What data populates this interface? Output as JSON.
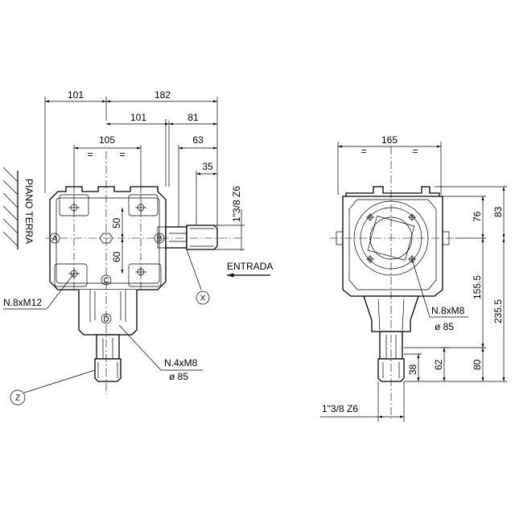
{
  "front_view": {
    "dims": {
      "d101_a": "101",
      "d182": "182",
      "d101_b": "101",
      "d81": "81",
      "d105": "105",
      "d63": "63",
      "d35": "35",
      "d50": "50",
      "d60": "60"
    },
    "shaft_spec": "1\"3/8  Z6",
    "ground_label": "PIANO TERRA",
    "input_label": "ENTRADA",
    "bolts_label": "N.8xM12",
    "flange_label_1": "N.4xM8",
    "flange_label_2": "ø 85",
    "points": {
      "a": "A",
      "b": "B",
      "c": "C",
      "d": "D",
      "x": "X",
      "z": "Z"
    },
    "equal_mark": "="
  },
  "side_view": {
    "dims": {
      "d165": "165",
      "d76": "76",
      "d83": "83",
      "d155_5": "155.5",
      "d235_5": "235.5",
      "d80": "80",
      "d62": "62",
      "d38": "38"
    },
    "bolts_label_1": "N.8xM8",
    "bolts_label_2": "ø 85",
    "shaft_spec": "1\"3/8  Z6",
    "equal_mark": "="
  }
}
